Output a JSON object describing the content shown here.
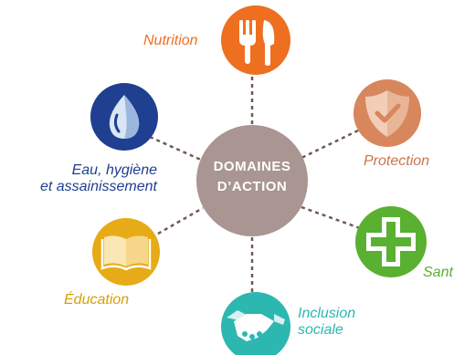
{
  "center": {
    "line1": "DOMAINES",
    "line2": "D’ACTION",
    "color": "#a99591"
  },
  "domains": {
    "nutrition": {
      "label": "Nutrition",
      "color": "#ee6f1f",
      "icon": "fork-knife-icon"
    },
    "protection": {
      "label": "Protection",
      "color": "#d8865c",
      "icon": "shield-check-icon"
    },
    "sante": {
      "label": "Sant",
      "color": "#5ab031",
      "icon": "cross-icon"
    },
    "inclusion": {
      "label_line1": "Inclusion",
      "label_line2": "sociale",
      "color": "#2cb7b1",
      "icon": "handshake-icon"
    },
    "education": {
      "label": "Éducation",
      "color": "#e6ab16",
      "icon": "book-icon"
    },
    "eau": {
      "label_line1": "Eau, hygiène",
      "label_line2": "et assainissement",
      "color": "#1f3f90",
      "icon": "water-drop-icon"
    }
  },
  "connector_color": "#6e5a54"
}
